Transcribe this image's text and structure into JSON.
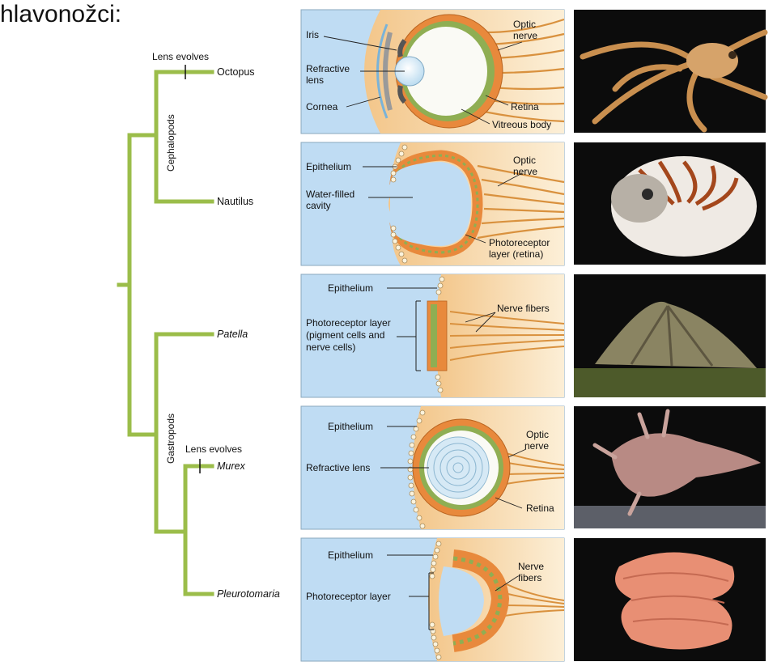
{
  "page_title": "hlavonožci:",
  "tree": {
    "groups": {
      "cephalopods": "Cephalopods",
      "gastropods": "Gastropods"
    },
    "events": {
      "lens_octopus": "Lens evolves",
      "lens_murex": "Lens evolves"
    },
    "taxa": {
      "octopus": "Octopus",
      "nautilus": "Nautilus",
      "patella": "Patella",
      "murex": "Murex",
      "pleurotomaria": "Pleurotomaria"
    }
  },
  "panels": {
    "octopus": {
      "iris": "Iris",
      "refractive_lens_1": "Refractive",
      "refractive_lens_2": "lens",
      "cornea": "Cornea",
      "optic_nerve_1": "Optic",
      "optic_nerve_2": "nerve",
      "retina": "Retina",
      "vitreous_body": "Vitreous body"
    },
    "nautilus": {
      "epithelium": "Epithelium",
      "cavity_1": "Water-filled",
      "cavity_2": "cavity",
      "optic_nerve_1": "Optic",
      "optic_nerve_2": "nerve",
      "photoreceptor_1": "Photoreceptor",
      "photoreceptor_2": "layer (retina)"
    },
    "patella": {
      "epithelium": "Epithelium",
      "photo_1": "Photoreceptor layer",
      "photo_2": "(pigment cells and",
      "photo_3": "nerve cells)",
      "nerve_fibers": "Nerve fibers"
    },
    "murex": {
      "epithelium": "Epithelium",
      "refractive_lens": "Refractive lens",
      "optic_nerve_1": "Optic",
      "optic_nerve_2": "nerve",
      "retina": "Retina"
    },
    "pleurotomaria": {
      "epithelium": "Epithelium",
      "photoreceptor_layer": "Photoreceptor layer",
      "nerve_fibers_1": "Nerve",
      "nerve_fibers_2": "fibers"
    }
  },
  "colors": {
    "tree": "#9bbd4a",
    "water": "#bfdcf3",
    "tissue": "#f6d6a4",
    "cell_orange": "#e8893c",
    "cell_green": "#8fae53",
    "nerve": "#d9913e",
    "photo_bg": "#0c0c0c"
  },
  "icons": {
    "octopus": "octopus-photo",
    "nautilus": "nautilus-shell-photo",
    "patella": "limpet-photo",
    "murex": "murex-shell-photo",
    "pleurotomaria": "slit-shell-photo"
  }
}
